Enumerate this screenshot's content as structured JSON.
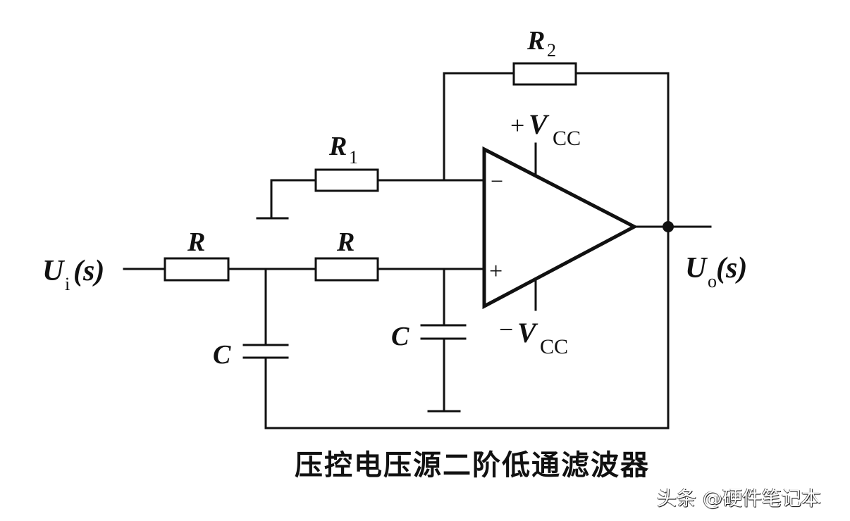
{
  "diagram": {
    "title": "压控电压源二阶低通滤波器",
    "watermark": "头条 @硬件笔记本",
    "components": {
      "R2": {
        "name": "R",
        "sub": "2"
      },
      "R1": {
        "name": "R",
        "sub": "1"
      },
      "R_in": {
        "name": "R"
      },
      "R_mid": {
        "name": "R"
      },
      "C_left": {
        "name": "C"
      },
      "C_right": {
        "name": "C"
      },
      "opamp": {
        "inv": "−",
        "noninv": "+"
      },
      "vcc_pos": {
        "sign": "+",
        "name": "V",
        "sub": "CC"
      },
      "vcc_neg": {
        "sign": "−",
        "name": "V",
        "sub": "CC"
      }
    },
    "input": {
      "name": "U",
      "sub": "i",
      "arg": "(s)"
    },
    "output": {
      "name": "U",
      "sub": "o",
      "arg": "(s)"
    }
  }
}
